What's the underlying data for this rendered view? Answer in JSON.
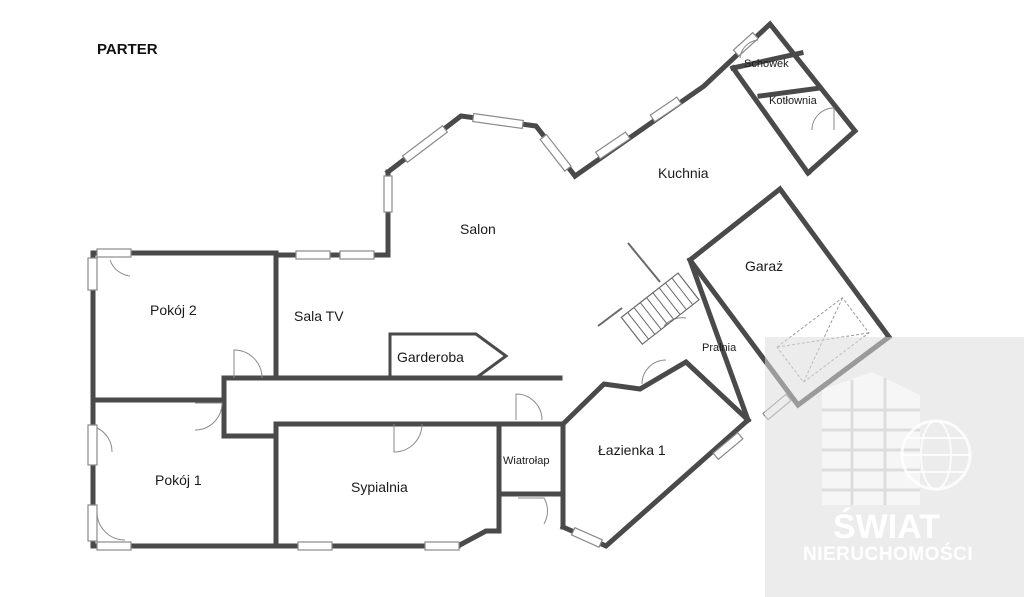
{
  "floor_title": "PARTER",
  "rooms": {
    "salon": "Salon",
    "kuchnia": "Kuchnia",
    "schowek": "Schowek",
    "kotlownia": "Kotłownia",
    "garaz": "Garaż",
    "pralnia": "Pralnia",
    "pokoj2": "Pokój 2",
    "sala_tv": "Sala TV",
    "garderoba": "Garderoba",
    "pokoj1": "Pokój 1",
    "sypialnia": "Sypialnia",
    "wiatrolap": "Wiatrołap",
    "lazienka1": "Łazienka 1"
  },
  "watermark": {
    "line1": "ŚWIAT",
    "line2": "NIERUCHOMOŚCI"
  }
}
